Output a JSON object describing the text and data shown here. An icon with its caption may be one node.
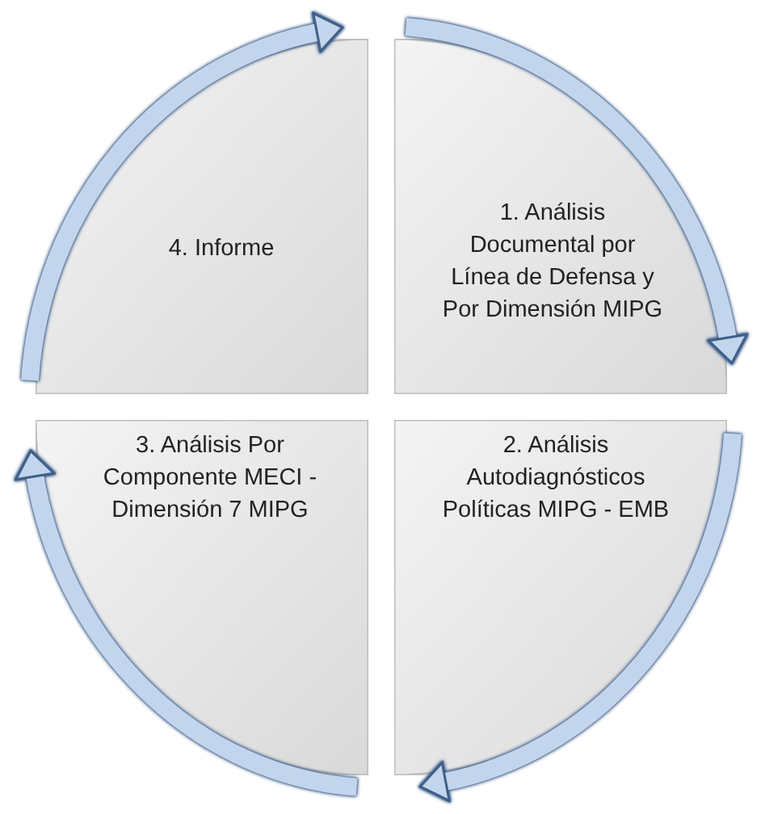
{
  "diagram": {
    "nodes": [
      {
        "text": [
          "4. Informe"
        ]
      },
      {
        "text": [
          "1. Análisis Documental por Línea de Defensa y Por Dimensión MIPG"
        ]
      },
      {
        "text": [
          "3. Análisis Por Componente MECI -Dimensión 7 MIPG"
        ]
      },
      {
        "text": [
          "2. Análisis Autodiagnósticos Políticas MIPG - EMB"
        ]
      }
    ],
    "edges": [
      {
        "from": 1,
        "to": 3,
        "arrow": "to"
      },
      {
        "from": 3,
        "to": 2,
        "arrow": "to"
      },
      {
        "from": 2,
        "to": 0,
        "arrow": "to"
      },
      {
        "from": 0,
        "to": 1,
        "arrow": "to"
      }
    ]
  }
}
